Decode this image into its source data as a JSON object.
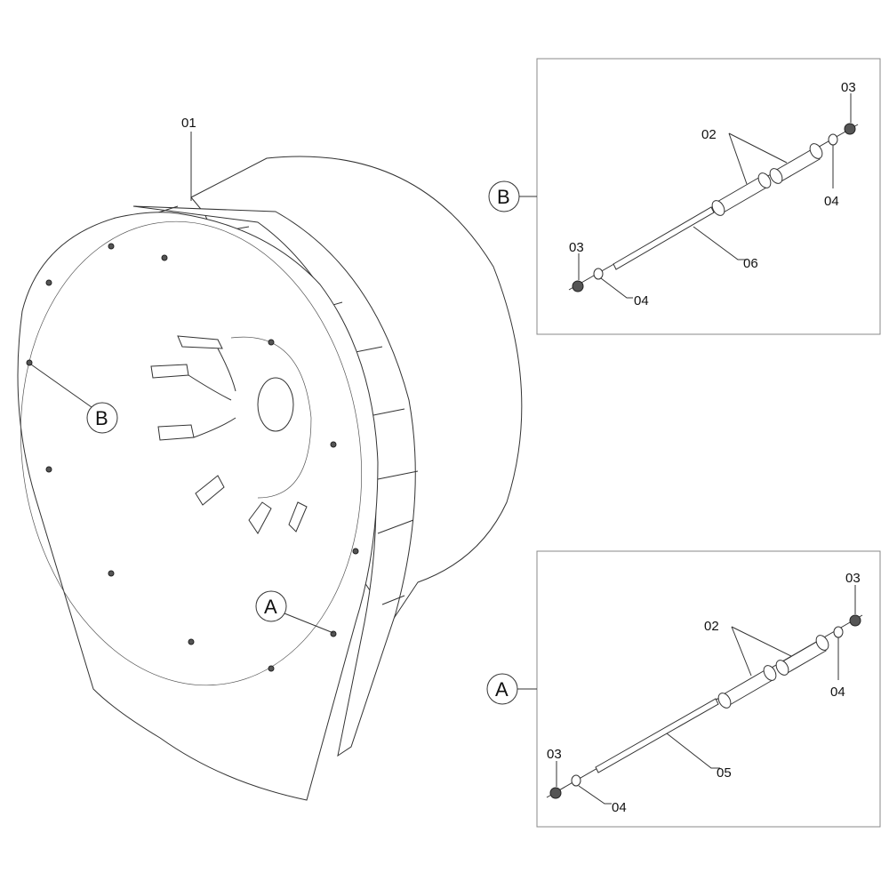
{
  "main": {
    "part_label": "01",
    "detail_b_marker": "B",
    "detail_a_marker": "A"
  },
  "detail_b": {
    "marker": "B",
    "labels": {
      "nut_top": "03",
      "tube": "02",
      "washer_top": "04",
      "shaft": "06",
      "nut_bottom": "03",
      "washer_bottom": "04"
    }
  },
  "detail_a": {
    "marker": "A",
    "labels": {
      "nut_top": "03",
      "tube": "02",
      "washer_top": "04",
      "shaft": "05",
      "nut_bottom": "03",
      "washer_bottom": "04"
    }
  }
}
